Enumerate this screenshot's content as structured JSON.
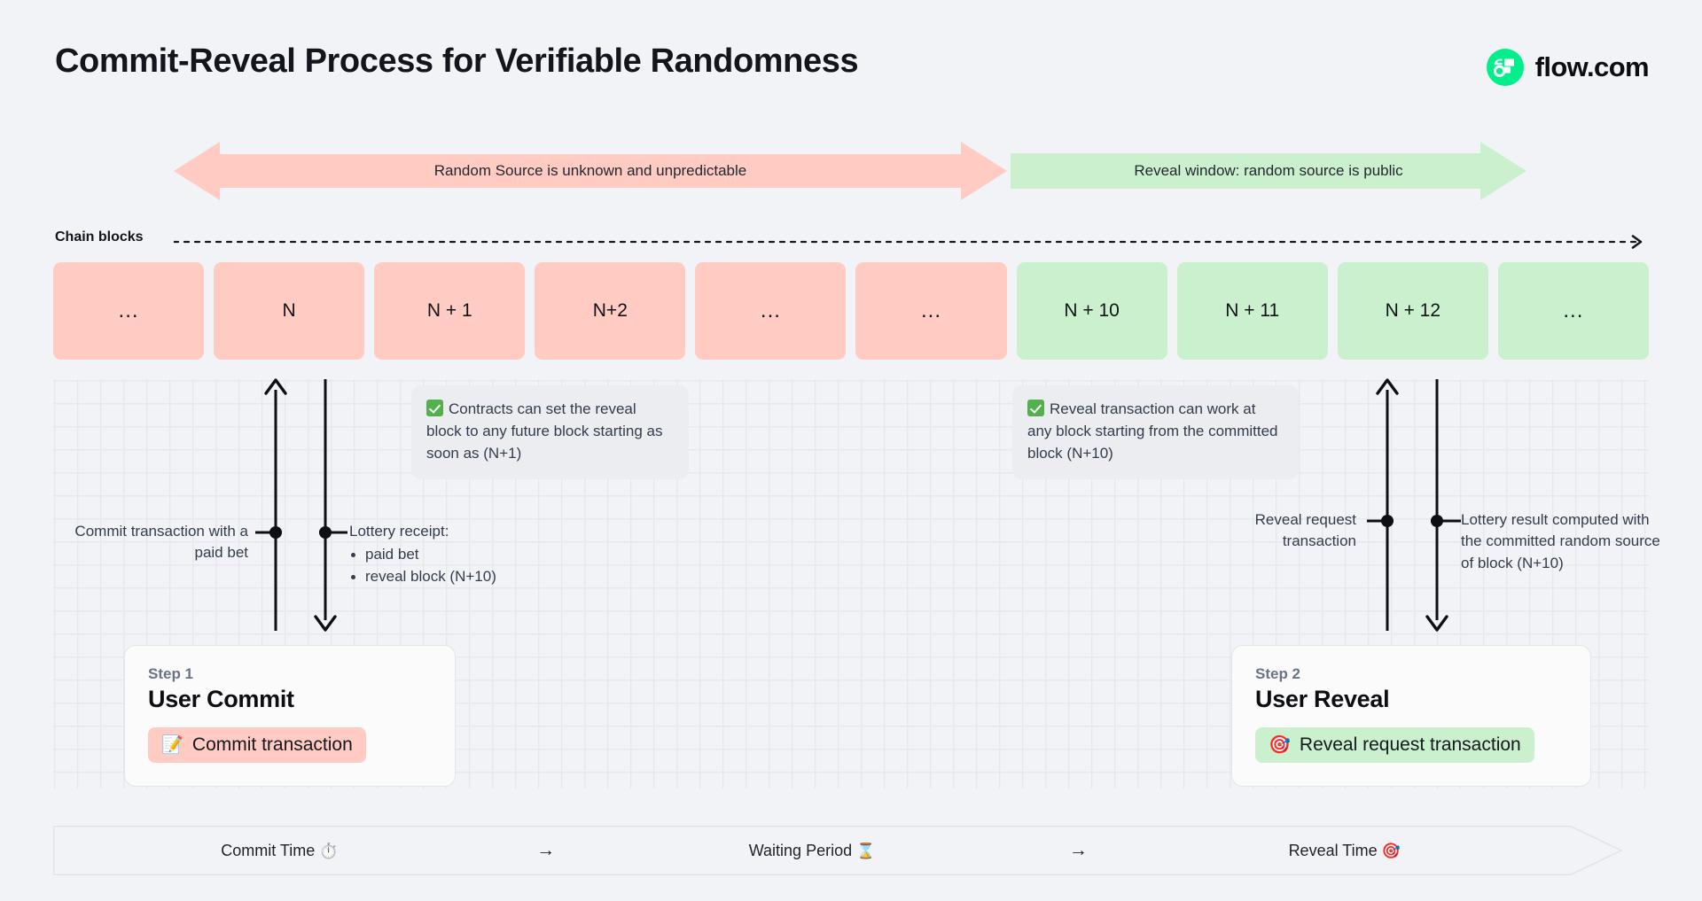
{
  "header": {
    "title": "Commit-Reveal Process for Verifiable Randomness",
    "brand_name": "flow.com",
    "brand_color": "#00ef8b"
  },
  "phases": [
    {
      "id": "unknown",
      "label": "Random Source is unknown and unpredictable",
      "color": "#ffcbc3",
      "direction": "both"
    },
    {
      "id": "reveal",
      "label": "Reveal window: random source is public",
      "color": "#caf0ce",
      "direction": "right"
    }
  ],
  "chain": {
    "label": "Chain blocks",
    "blocks": [
      {
        "label": "...",
        "state": "pink"
      },
      {
        "label": "N",
        "state": "pink"
      },
      {
        "label": "N + 1",
        "state": "pink"
      },
      {
        "label": "N+2",
        "state": "pink"
      },
      {
        "label": "...",
        "state": "pink"
      },
      {
        "label": "...",
        "state": "pink"
      },
      {
        "label": "N + 10",
        "state": "green"
      },
      {
        "label": "N + 11",
        "state": "green"
      },
      {
        "label": "N + 12",
        "state": "green"
      },
      {
        "label": "...",
        "state": "green"
      }
    ],
    "pink_color": "#ffcbc3",
    "green_color": "#caf0ce"
  },
  "notes": [
    {
      "id": "contracts-note",
      "icon": "check-mark-icon",
      "text": "Contracts can set the reveal block to any future block starting as soon as (N+1)"
    },
    {
      "id": "reveal-note",
      "icon": "check-mark-icon",
      "text": "Reveal transaction can work at any block starting from the committed block (N+10)"
    }
  ],
  "connectors": [
    {
      "id": "commit-transaction",
      "title": "Commit transaction with a paid bet",
      "arrow": "up"
    },
    {
      "id": "lottery-receipt",
      "title": "Lottery receipt:",
      "bullets": [
        "paid bet",
        "reveal block (N+10)"
      ],
      "arrow": "down"
    },
    {
      "id": "reveal-request",
      "title": "Reveal request transaction",
      "arrow": "up"
    },
    {
      "id": "lottery-result",
      "title": "Lottery result computed with the committed random source of block (N+10)",
      "arrow": "down"
    }
  ],
  "steps": [
    {
      "eyebrow": "Step 1",
      "title": "User Commit",
      "chip_label": "Commit transaction",
      "chip_emoji": "📝",
      "chip_icon": "memo-icon",
      "chip_color": "#ffcbc3"
    },
    {
      "eyebrow": "Step 2",
      "title": "User Reveal",
      "chip_label": "Reveal request transaction",
      "chip_emoji": "🎯",
      "chip_icon": "target-icon",
      "chip_color": "#caf0ce"
    }
  ],
  "footer": {
    "phases": [
      {
        "label": "Commit Time",
        "emoji": "⏱️",
        "icon": "stopwatch-icon"
      },
      {
        "label": "Waiting Period",
        "emoji": "⌛",
        "icon": "hourglass-icon"
      },
      {
        "label": "Reveal Time",
        "emoji": "🎯",
        "icon": "target-icon"
      }
    ],
    "separator": "→"
  }
}
